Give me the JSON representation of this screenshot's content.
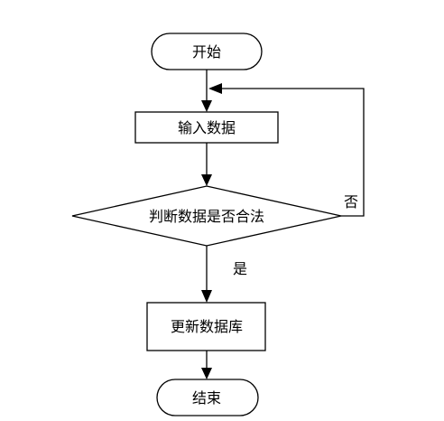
{
  "nodes": {
    "start": {
      "label": "开始"
    },
    "input": {
      "label": "输入数据"
    },
    "decision": {
      "label": "判断数据是否合法"
    },
    "update": {
      "label": "更新数据库"
    },
    "end": {
      "label": "结束"
    }
  },
  "edges": {
    "yes_label": "是",
    "no_label": "否"
  },
  "colors": {
    "stroke": "#000000",
    "fill": "#ffffff"
  }
}
